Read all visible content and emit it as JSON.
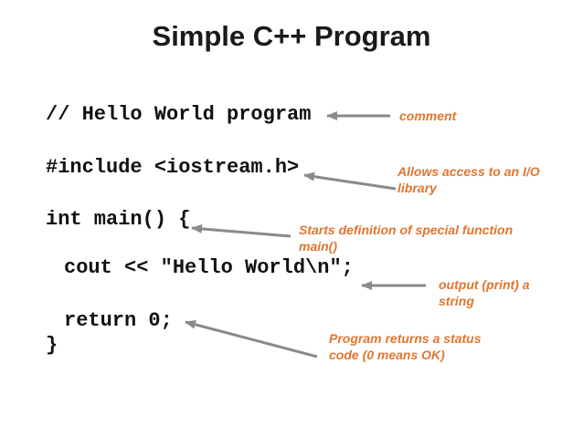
{
  "slide": {
    "title": "Simple C++ Program",
    "code": {
      "lines": [
        "// Hello World program",
        "#include <iostream.h>",
        "int main() {",
        "cout << \"Hello World\\n\";",
        "return 0;",
        "}"
      ]
    },
    "annotations": [
      {
        "label": "comment"
      },
      {
        "label": "Allows access to an I/O\nlibrary"
      },
      {
        "label": "Starts definition of special function\nmain()"
      },
      {
        "label": "output (print) a\nstring"
      },
      {
        "label": "Program returns a status\ncode (0 means OK)"
      }
    ],
    "colors": {
      "annotation_text": "#e0752f",
      "arrow": "#8a8a8a",
      "code_text": "#111111",
      "title_text": "#1a1a1a",
      "background": "#ffffff"
    }
  }
}
